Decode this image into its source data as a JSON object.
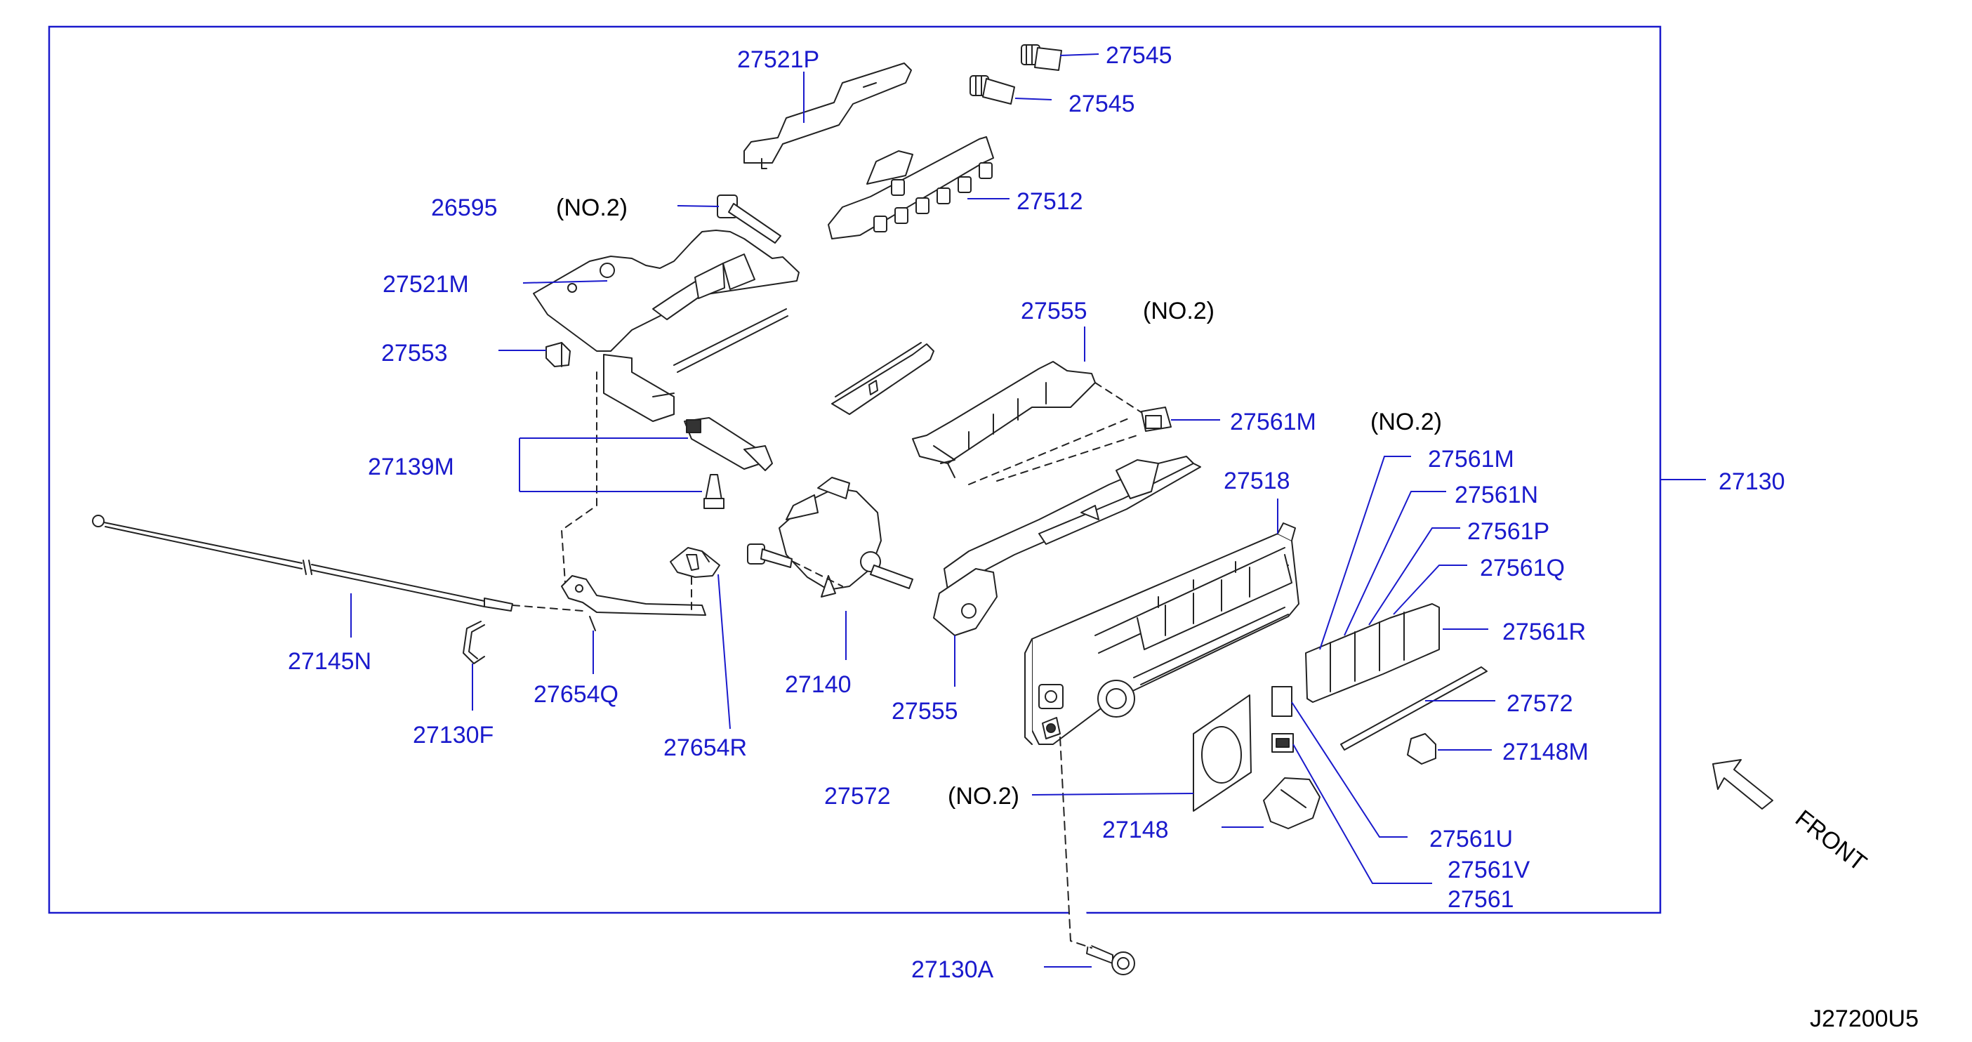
{
  "diagram": {
    "code": "J27200U5",
    "direction_label": "FRONT",
    "labels": [
      {
        "id": "l1",
        "text": "27521P"
      },
      {
        "id": "l2",
        "text": "27545"
      },
      {
        "id": "l3",
        "text": "27545"
      },
      {
        "id": "l4",
        "text": "26595"
      },
      {
        "id": "l5",
        "text": "(NO.2)"
      },
      {
        "id": "l6",
        "text": "27512"
      },
      {
        "id": "l7",
        "text": "27521M"
      },
      {
        "id": "l8",
        "text": "27555"
      },
      {
        "id": "l9",
        "text": "(NO.2)"
      },
      {
        "id": "l10",
        "text": "27553"
      },
      {
        "id": "l11",
        "text": "27561M"
      },
      {
        "id": "l12",
        "text": "(NO.2)"
      },
      {
        "id": "l13",
        "text": "27139M"
      },
      {
        "id": "l14",
        "text": "27561M"
      },
      {
        "id": "l15",
        "text": "27518"
      },
      {
        "id": "l16",
        "text": "27130"
      },
      {
        "id": "l17",
        "text": "27561N"
      },
      {
        "id": "l18",
        "text": "27561P"
      },
      {
        "id": "l19",
        "text": "27561Q"
      },
      {
        "id": "l20",
        "text": "27561R"
      },
      {
        "id": "l21",
        "text": "27145N"
      },
      {
        "id": "l22",
        "text": "27140"
      },
      {
        "id": "l23",
        "text": "27654Q"
      },
      {
        "id": "l24",
        "text": "27572"
      },
      {
        "id": "l25",
        "text": "27555"
      },
      {
        "id": "l26",
        "text": "27130F"
      },
      {
        "id": "l27",
        "text": "27654R"
      },
      {
        "id": "l28",
        "text": "27148M"
      },
      {
        "id": "l29",
        "text": "27572"
      },
      {
        "id": "l30",
        "text": "(NO.2)"
      },
      {
        "id": "l31",
        "text": "27148"
      },
      {
        "id": "l32",
        "text": "27561U"
      },
      {
        "id": "l33",
        "text": "27561V"
      },
      {
        "id": "l34",
        "text": "27561"
      },
      {
        "id": "l35",
        "text": "27130A"
      }
    ]
  }
}
